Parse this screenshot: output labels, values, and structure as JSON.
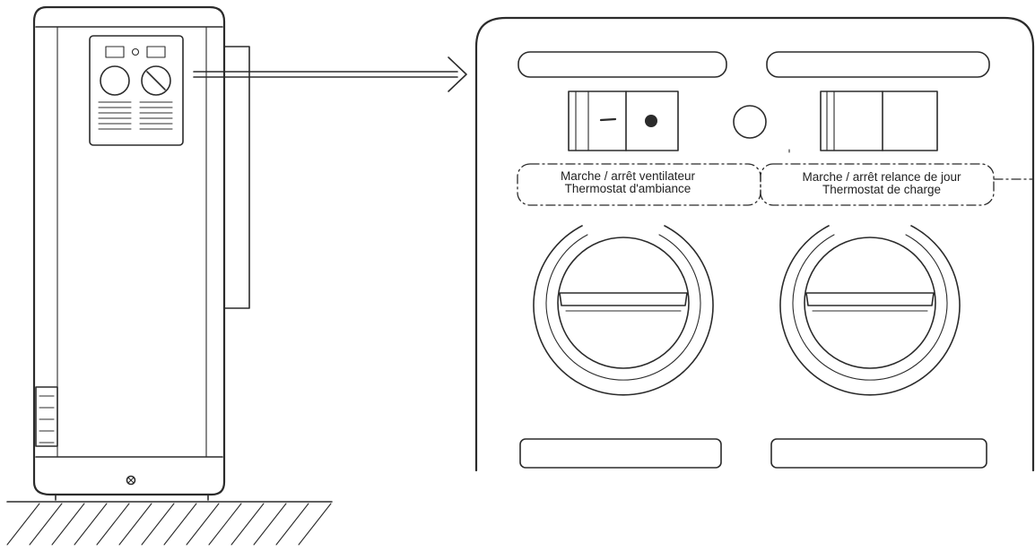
{
  "panel": {
    "left_switch": {
      "label_top": "Marche / arrêt ventilateur",
      "label_bottom": "Thermostat d'ambiance"
    },
    "right_switch": {
      "label_top": "Marche / arrêt relance de jour",
      "label_bottom": "Thermostat de charge"
    }
  },
  "colors": {
    "line": "#2b2b2b",
    "background": "#ffffff"
  }
}
